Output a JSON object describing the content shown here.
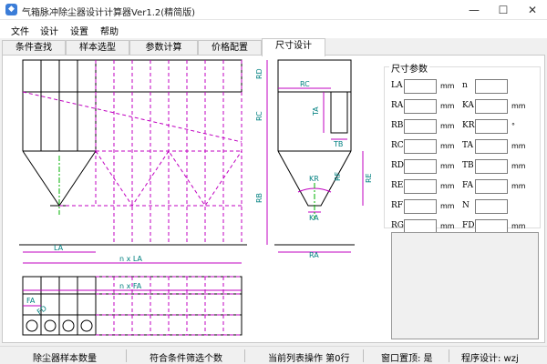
{
  "window": {
    "title": "气箱脉冲除尘器设计计算器Ver1.2(精简版)",
    "controls": {
      "minimize": "—",
      "maximize": "☐",
      "close": "✕"
    }
  },
  "menu": [
    "文件",
    "设计",
    "设置",
    "帮助"
  ],
  "tabs": [
    "条件查找",
    "样本选型",
    "参数计算",
    "价格配置",
    "尺寸设计"
  ],
  "active_tab": "尺寸设计",
  "drawing": {
    "labels": {
      "la": "LA",
      "n_la": "n x LA",
      "fa": "FA",
      "n_fa": "n x FA",
      "fd": "FD",
      "rc": "RC",
      "rd": "RD",
      "rb": "RB",
      "ta": "TA",
      "tb": "TB",
      "kr": "KR",
      "ka": "KA",
      "re": "RE",
      "ra": "RA"
    },
    "colors": {
      "line": "#000000",
      "dim": "#c000c0",
      "center": "#00b000"
    }
  },
  "params": {
    "group_title": "尺寸参数",
    "rows": [
      {
        "left": "LA",
        "left_unit": "mm",
        "right": "n",
        "right_unit": ""
      },
      {
        "left": "RA",
        "left_unit": "mm",
        "right": "KA",
        "right_unit": "mm"
      },
      {
        "left": "RB",
        "left_unit": "mm",
        "right": "KR",
        "right_unit": "°"
      },
      {
        "left": "RC",
        "left_unit": "mm",
        "right": "TA",
        "right_unit": "mm"
      },
      {
        "left": "RD",
        "left_unit": "mm",
        "right": "TB",
        "right_unit": "mm"
      },
      {
        "left": "RE",
        "left_unit": "mm",
        "right": "FA",
        "right_unit": "mm"
      },
      {
        "left": "RF",
        "left_unit": "mm",
        "right": "N",
        "right_unit": ""
      },
      {
        "left": "RG",
        "left_unit": "mm",
        "right": "FD",
        "right_unit": "mm"
      }
    ]
  },
  "status": {
    "sample_count": "除尘器样本数量",
    "filtered_count": "符合条件筛选个数",
    "current_row": "当前列表操作 第0行",
    "topmost": "窗口置顶: 是",
    "author": "程序设计: wzj"
  }
}
